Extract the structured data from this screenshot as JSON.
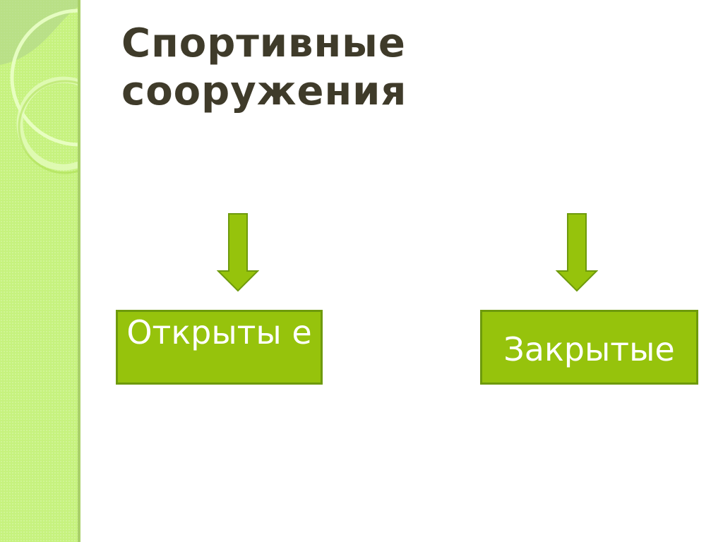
{
  "slide": {
    "title_line1": "Спортивные",
    "title_line2": "сооружения"
  },
  "diagram": {
    "branches": [
      {
        "label": "Открыты е",
        "arrow": "arrow-down-icon"
      },
      {
        "label": "Закрытые",
        "arrow": "arrow-down-icon"
      }
    ]
  },
  "colors": {
    "sidebar": "#c6f27e",
    "box_fill": "#96c30c",
    "box_border": "#6e9a0c",
    "title": "#3f3b2a",
    "box_text": "#ffffff"
  }
}
